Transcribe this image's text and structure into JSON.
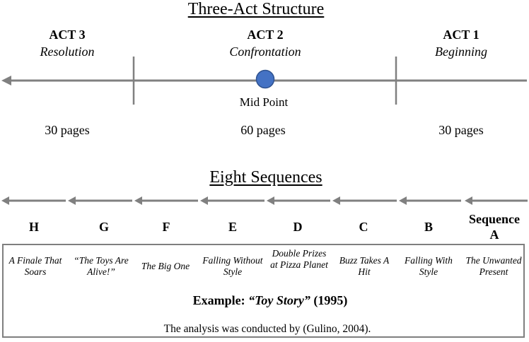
{
  "three_act": {
    "title": "Three-Act Structure",
    "acts": [
      {
        "name": "ACT 3",
        "subtitle": "Resolution",
        "pages": "30 pages"
      },
      {
        "name": "ACT 2",
        "subtitle": "Confrontation",
        "pages": "60 pages"
      },
      {
        "name": "ACT 1",
        "subtitle": "Beginning",
        "pages": "30 pages"
      }
    ],
    "midpoint_label": "Mid Point"
  },
  "eight_sequences": {
    "title": "Eight Sequences",
    "sequences": [
      {
        "letter": "H",
        "title": "A Finale That Soars"
      },
      {
        "letter": "G",
        "title": "“The Toys Are Alive!”"
      },
      {
        "letter": "F",
        "title": "The Big One"
      },
      {
        "letter": "E",
        "title": "Falling Without Style"
      },
      {
        "letter": "D",
        "title": "Double Prizes at Pizza Planet"
      },
      {
        "letter": "C",
        "title": "Buzz Takes A Hit"
      },
      {
        "letter": "B",
        "title": "Falling With Style"
      },
      {
        "letter": "Sequence A",
        "title": "The Unwanted Present"
      }
    ]
  },
  "example": {
    "prefix": "Example: ",
    "film": "“Toy Story”",
    "year": " (1995)",
    "note": "The analysis was conducted by (Gulino, 2004)."
  },
  "colors": {
    "line": "#808080",
    "midpoint_fill": "#4472c4",
    "midpoint_stroke": "#2f528f"
  }
}
